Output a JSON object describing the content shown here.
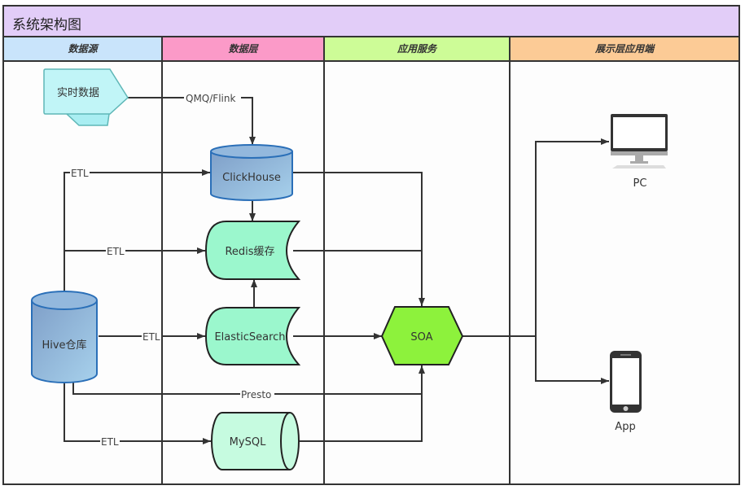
{
  "title": "系统架构图",
  "lanes": [
    {
      "label": "数据源",
      "color": "#c9e4fb"
    },
    {
      "label": "数据层",
      "color": "#fb9ac8"
    },
    {
      "label": "应用服务",
      "color": "#cdfc97"
    },
    {
      "label": "展示层应用端",
      "color": "#fccb96"
    }
  ],
  "nodes": {
    "realtime": "实时数据",
    "hive": "Hive仓库",
    "clickhouse": "ClickHouse",
    "redis": "Redis缓存",
    "elasticsearch": "ElasticSearch",
    "mysql": "MySQL",
    "soa": "SOA",
    "pc": "PC",
    "app": "App"
  },
  "edges": {
    "qmq_flink": "QMQ/Flink",
    "etl_clickhouse": "ETL",
    "etl_redis": "ETL",
    "etl_es": "ETL",
    "presto": "Presto",
    "etl_mysql": "ETL"
  },
  "colors": {
    "title_bg": "#e2cdf8",
    "realtime_fill": "#c1f5f7",
    "db_fill": "#8fb6dc",
    "cache_fill": "#9bf7cd",
    "mysql_fill": "#c6fbe0",
    "soa_fill": "#8df23c"
  }
}
